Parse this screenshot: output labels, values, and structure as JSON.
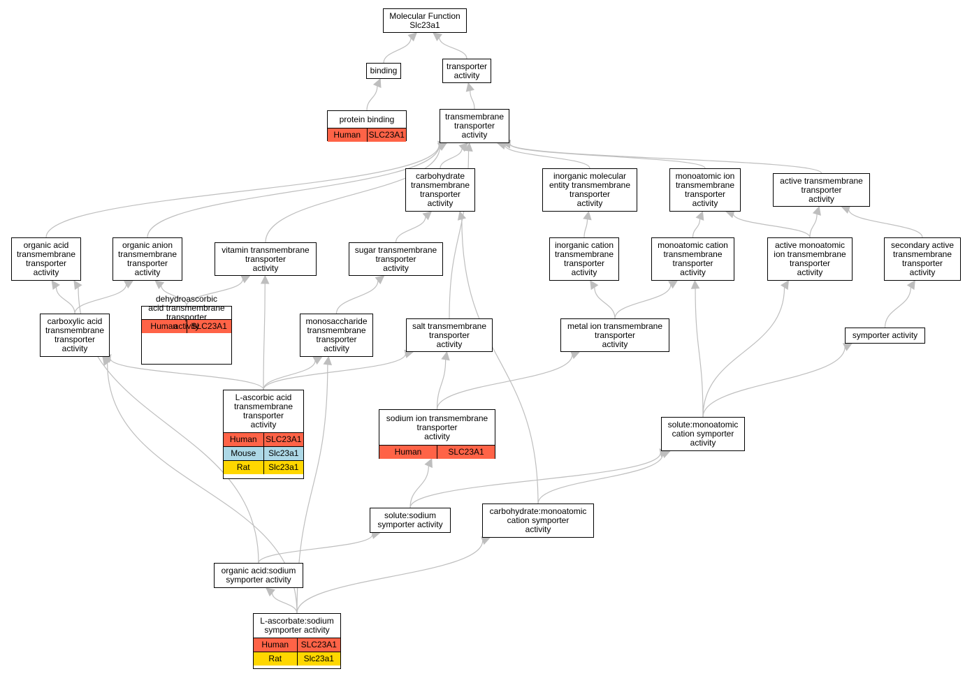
{
  "colors": {
    "human": "#FF6347",
    "mouse": "#ADD8E6",
    "rat": "#FFD700",
    "edge": "#BEBEBE"
  },
  "nodes": [
    {
      "id": "mf",
      "label": "Molecular Function\nSlc23a1"
    },
    {
      "id": "binding",
      "label": "binding"
    },
    {
      "id": "transporter",
      "label": "transporter\nactivity"
    },
    {
      "id": "protbind",
      "label": "protein binding",
      "rows": [
        {
          "species": "Human",
          "gene": "SLC23A1",
          "color": "#FF6347"
        }
      ]
    },
    {
      "id": "tmt",
      "label": "transmembrane\ntransporter\nactivity"
    },
    {
      "id": "carbo",
      "label": "carbohydrate\ntransmembrane\ntransporter\nactivity"
    },
    {
      "id": "inorgmol",
      "label": "inorganic molecular\nentity transmembrane\ntransporter\nactivity"
    },
    {
      "id": "monoion",
      "label": "monoatomic ion\ntransmembrane\ntransporter\nactivity"
    },
    {
      "id": "activetm",
      "label": "active transmembrane\ntransporter\nactivity"
    },
    {
      "id": "orgacid",
      "label": "organic acid\ntransmembrane\ntransporter\nactivity"
    },
    {
      "id": "organion",
      "label": "organic anion\ntransmembrane\ntransporter\nactivity"
    },
    {
      "id": "vitamin",
      "label": "vitamin transmembrane\ntransporter\nactivity"
    },
    {
      "id": "sugar",
      "label": "sugar transmembrane\ntransporter\nactivity"
    },
    {
      "id": "inorgcat",
      "label": "inorganic cation\ntransmembrane\ntransporter\nactivity"
    },
    {
      "id": "monocat",
      "label": "monoatomic cation\ntransmembrane\ntransporter\nactivity"
    },
    {
      "id": "activemono",
      "label": "active monoatomic\nion transmembrane\ntransporter\nactivity"
    },
    {
      "id": "secactive",
      "label": "secondary active\ntransmembrane\ntransporter\nactivity"
    },
    {
      "id": "carboxy",
      "label": "carboxylic acid\ntransmembrane\ntransporter\nactivity"
    },
    {
      "id": "dehydro",
      "label": "dehydroascorbic\nacid transmembrane\ntransporter\nactivity",
      "rows": [
        {
          "species": "Human",
          "gene": "SLC23A1",
          "color": "#FF6347"
        }
      ]
    },
    {
      "id": "monosac",
      "label": "monosaccharide\ntransmembrane\ntransporter\nactivity"
    },
    {
      "id": "salt",
      "label": "salt transmembrane\ntransporter\nactivity"
    },
    {
      "id": "metal",
      "label": "metal ion transmembrane\ntransporter\nactivity"
    },
    {
      "id": "symporter",
      "label": "symporter activity"
    },
    {
      "id": "lasc",
      "label": "L-ascorbic acid\ntransmembrane\ntransporter\nactivity",
      "rows": [
        {
          "species": "Human",
          "gene": "SLC23A1",
          "color": "#FF6347"
        },
        {
          "species": "Mouse",
          "gene": "Slc23a1",
          "color": "#ADD8E6"
        },
        {
          "species": "Rat",
          "gene": "Slc23a1",
          "color": "#FFD700"
        }
      ]
    },
    {
      "id": "sodium",
      "label": "sodium ion transmembrane\ntransporter\nactivity",
      "rows": [
        {
          "species": "Human",
          "gene": "SLC23A1",
          "color": "#FF6347"
        }
      ]
    },
    {
      "id": "solmono",
      "label": "solute:monoatomic\ncation symporter\nactivity"
    },
    {
      "id": "solsod",
      "label": "solute:sodium\nsymporter activity"
    },
    {
      "id": "carbomono",
      "label": "carbohydrate:monoatomic\ncation symporter\nactivity"
    },
    {
      "id": "orgsod",
      "label": "organic acid:sodium\nsymporter activity"
    },
    {
      "id": "lascsod",
      "label": "L-ascorbate:sodium\nsymporter activity",
      "rows": [
        {
          "species": "Human",
          "gene": "SLC23A1",
          "color": "#FF6347"
        },
        {
          "species": "Rat",
          "gene": "Slc23a1",
          "color": "#FFD700"
        }
      ]
    }
  ],
  "edges": [
    [
      "binding",
      "mf"
    ],
    [
      "transporter",
      "mf"
    ],
    [
      "protbind",
      "binding"
    ],
    [
      "tmt",
      "transporter"
    ],
    [
      "carbo",
      "tmt"
    ],
    [
      "inorgmol",
      "tmt"
    ],
    [
      "monoion",
      "tmt"
    ],
    [
      "activetm",
      "tmt"
    ],
    [
      "orgacid",
      "tmt"
    ],
    [
      "organion",
      "tmt"
    ],
    [
      "vitamin",
      "tmt"
    ],
    [
      "salt",
      "tmt"
    ],
    [
      "sugar",
      "carbo"
    ],
    [
      "inorgcat",
      "inorgmol"
    ],
    [
      "monocat",
      "monoion"
    ],
    [
      "activemono",
      "monoion"
    ],
    [
      "activemono",
      "activetm"
    ],
    [
      "secactive",
      "activetm"
    ],
    [
      "carboxy",
      "orgacid"
    ],
    [
      "carboxy",
      "organion"
    ],
    [
      "dehydro",
      "organion"
    ],
    [
      "dehydro",
      "vitamin"
    ],
    [
      "monosac",
      "sugar"
    ],
    [
      "metal",
      "inorgcat"
    ],
    [
      "metal",
      "monocat"
    ],
    [
      "symporter",
      "secactive"
    ],
    [
      "lasc",
      "carboxy"
    ],
    [
      "lasc",
      "vitamin"
    ],
    [
      "lasc",
      "monosac"
    ],
    [
      "lasc",
      "salt"
    ],
    [
      "sodium",
      "salt"
    ],
    [
      "sodium",
      "metal"
    ],
    [
      "solmono",
      "monocat"
    ],
    [
      "solmono",
      "activemono"
    ],
    [
      "solmono",
      "symporter"
    ],
    [
      "solsod",
      "sodium"
    ],
    [
      "solsod",
      "solmono"
    ],
    [
      "carbomono",
      "carbo"
    ],
    [
      "carbomono",
      "solmono"
    ],
    [
      "orgsod",
      "orgacid"
    ],
    [
      "orgsod",
      "solsod"
    ],
    [
      "lascsod",
      "carboxy"
    ],
    [
      "lascsod",
      "orgsod"
    ],
    [
      "lascsod",
      "monosac"
    ],
    [
      "lascsod",
      "carbomono"
    ]
  ]
}
